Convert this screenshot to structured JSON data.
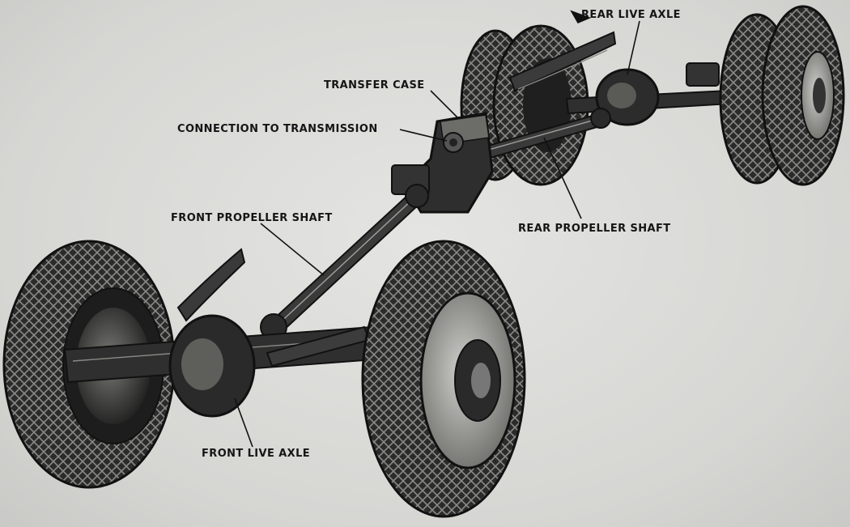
{
  "labels": {
    "rear_live_axle": "REAR LIVE AXLE",
    "transfer_case": "TRANSFER CASE",
    "connection_to_transmission": "CONNECTION TO TRANSMISSION",
    "front_propeller_shaft": "FRONT PROPELLER SHAFT",
    "rear_propeller_shaft": "REAR PROPELLER SHAFT",
    "front_live_axle": "FRONT LIVE AXLE"
  },
  "colors": {
    "paper": "#dadad8",
    "ink": "#151515",
    "tire": "#2a2a2a",
    "metal": "#3a3a3a"
  }
}
